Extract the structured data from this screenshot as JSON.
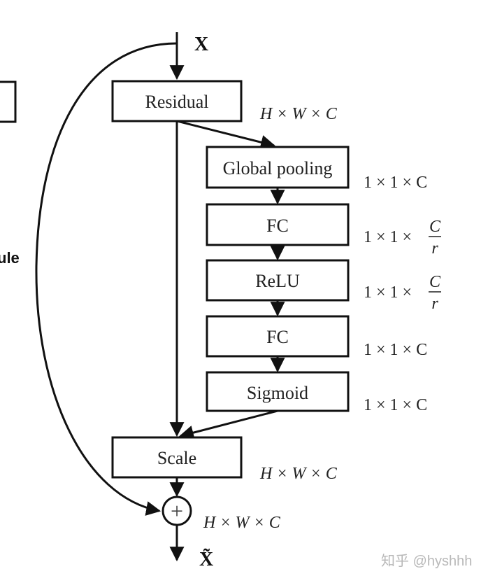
{
  "diagram": {
    "title": "SE-ResNet module",
    "input_label": "X",
    "output_label": "X̃",
    "partial_left_label": "ule",
    "blocks": [
      {
        "id": "residual",
        "label": "Residual",
        "dim": "H × W × C"
      },
      {
        "id": "global-pooling",
        "label": "Global pooling",
        "dim": "1 × 1 × C"
      },
      {
        "id": "fc1",
        "label": "FC",
        "dim_prefix": "1 × 1 ×",
        "dim_num": "C",
        "dim_den": "r"
      },
      {
        "id": "relu",
        "label": "ReLU",
        "dim_prefix": "1 × 1 ×",
        "dim_num": "C",
        "dim_den": "r"
      },
      {
        "id": "fc2",
        "label": "FC",
        "dim": "1 × 1 × C"
      },
      {
        "id": "sigmoid",
        "label": "Sigmoid",
        "dim": "1 × 1 × C"
      },
      {
        "id": "scale",
        "label": "Scale",
        "dim": "H × W × C"
      }
    ],
    "sum_node": {
      "symbol": "+",
      "dim": "H × W × C"
    },
    "watermark": "知乎 @hyshhh"
  }
}
